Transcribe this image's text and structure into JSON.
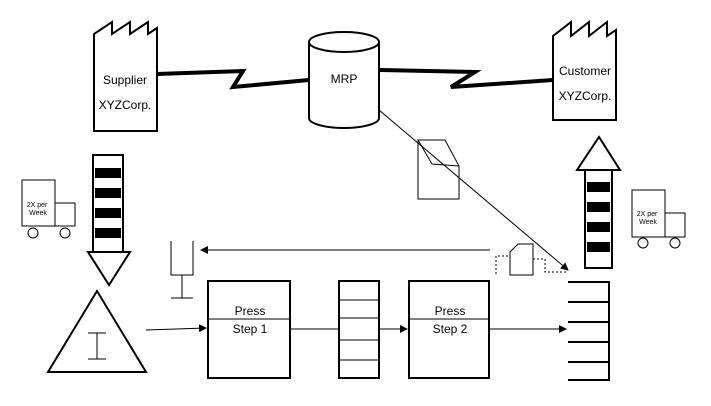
{
  "supplier": {
    "name": "Supplier",
    "company": "XYZCorp."
  },
  "customer": {
    "name": "Customer",
    "company": "XYZCorp."
  },
  "mrp": {
    "label": "MRP"
  },
  "truck_left": {
    "frequency": "2X per Week",
    "line1": "2X per",
    "line2": "Week"
  },
  "truck_right": {
    "frequency": "2X per Week",
    "line1": "2X per",
    "line2": "Week"
  },
  "inventory": {
    "symbol": "I"
  },
  "process_1": {
    "name": "Press",
    "step": "Step 1"
  },
  "process_2": {
    "name": "Press",
    "step": "Step 2"
  },
  "colors": {
    "stroke": "#000000",
    "fill": "#ffffff",
    "dark": "#000000",
    "arrow": "#555555"
  }
}
